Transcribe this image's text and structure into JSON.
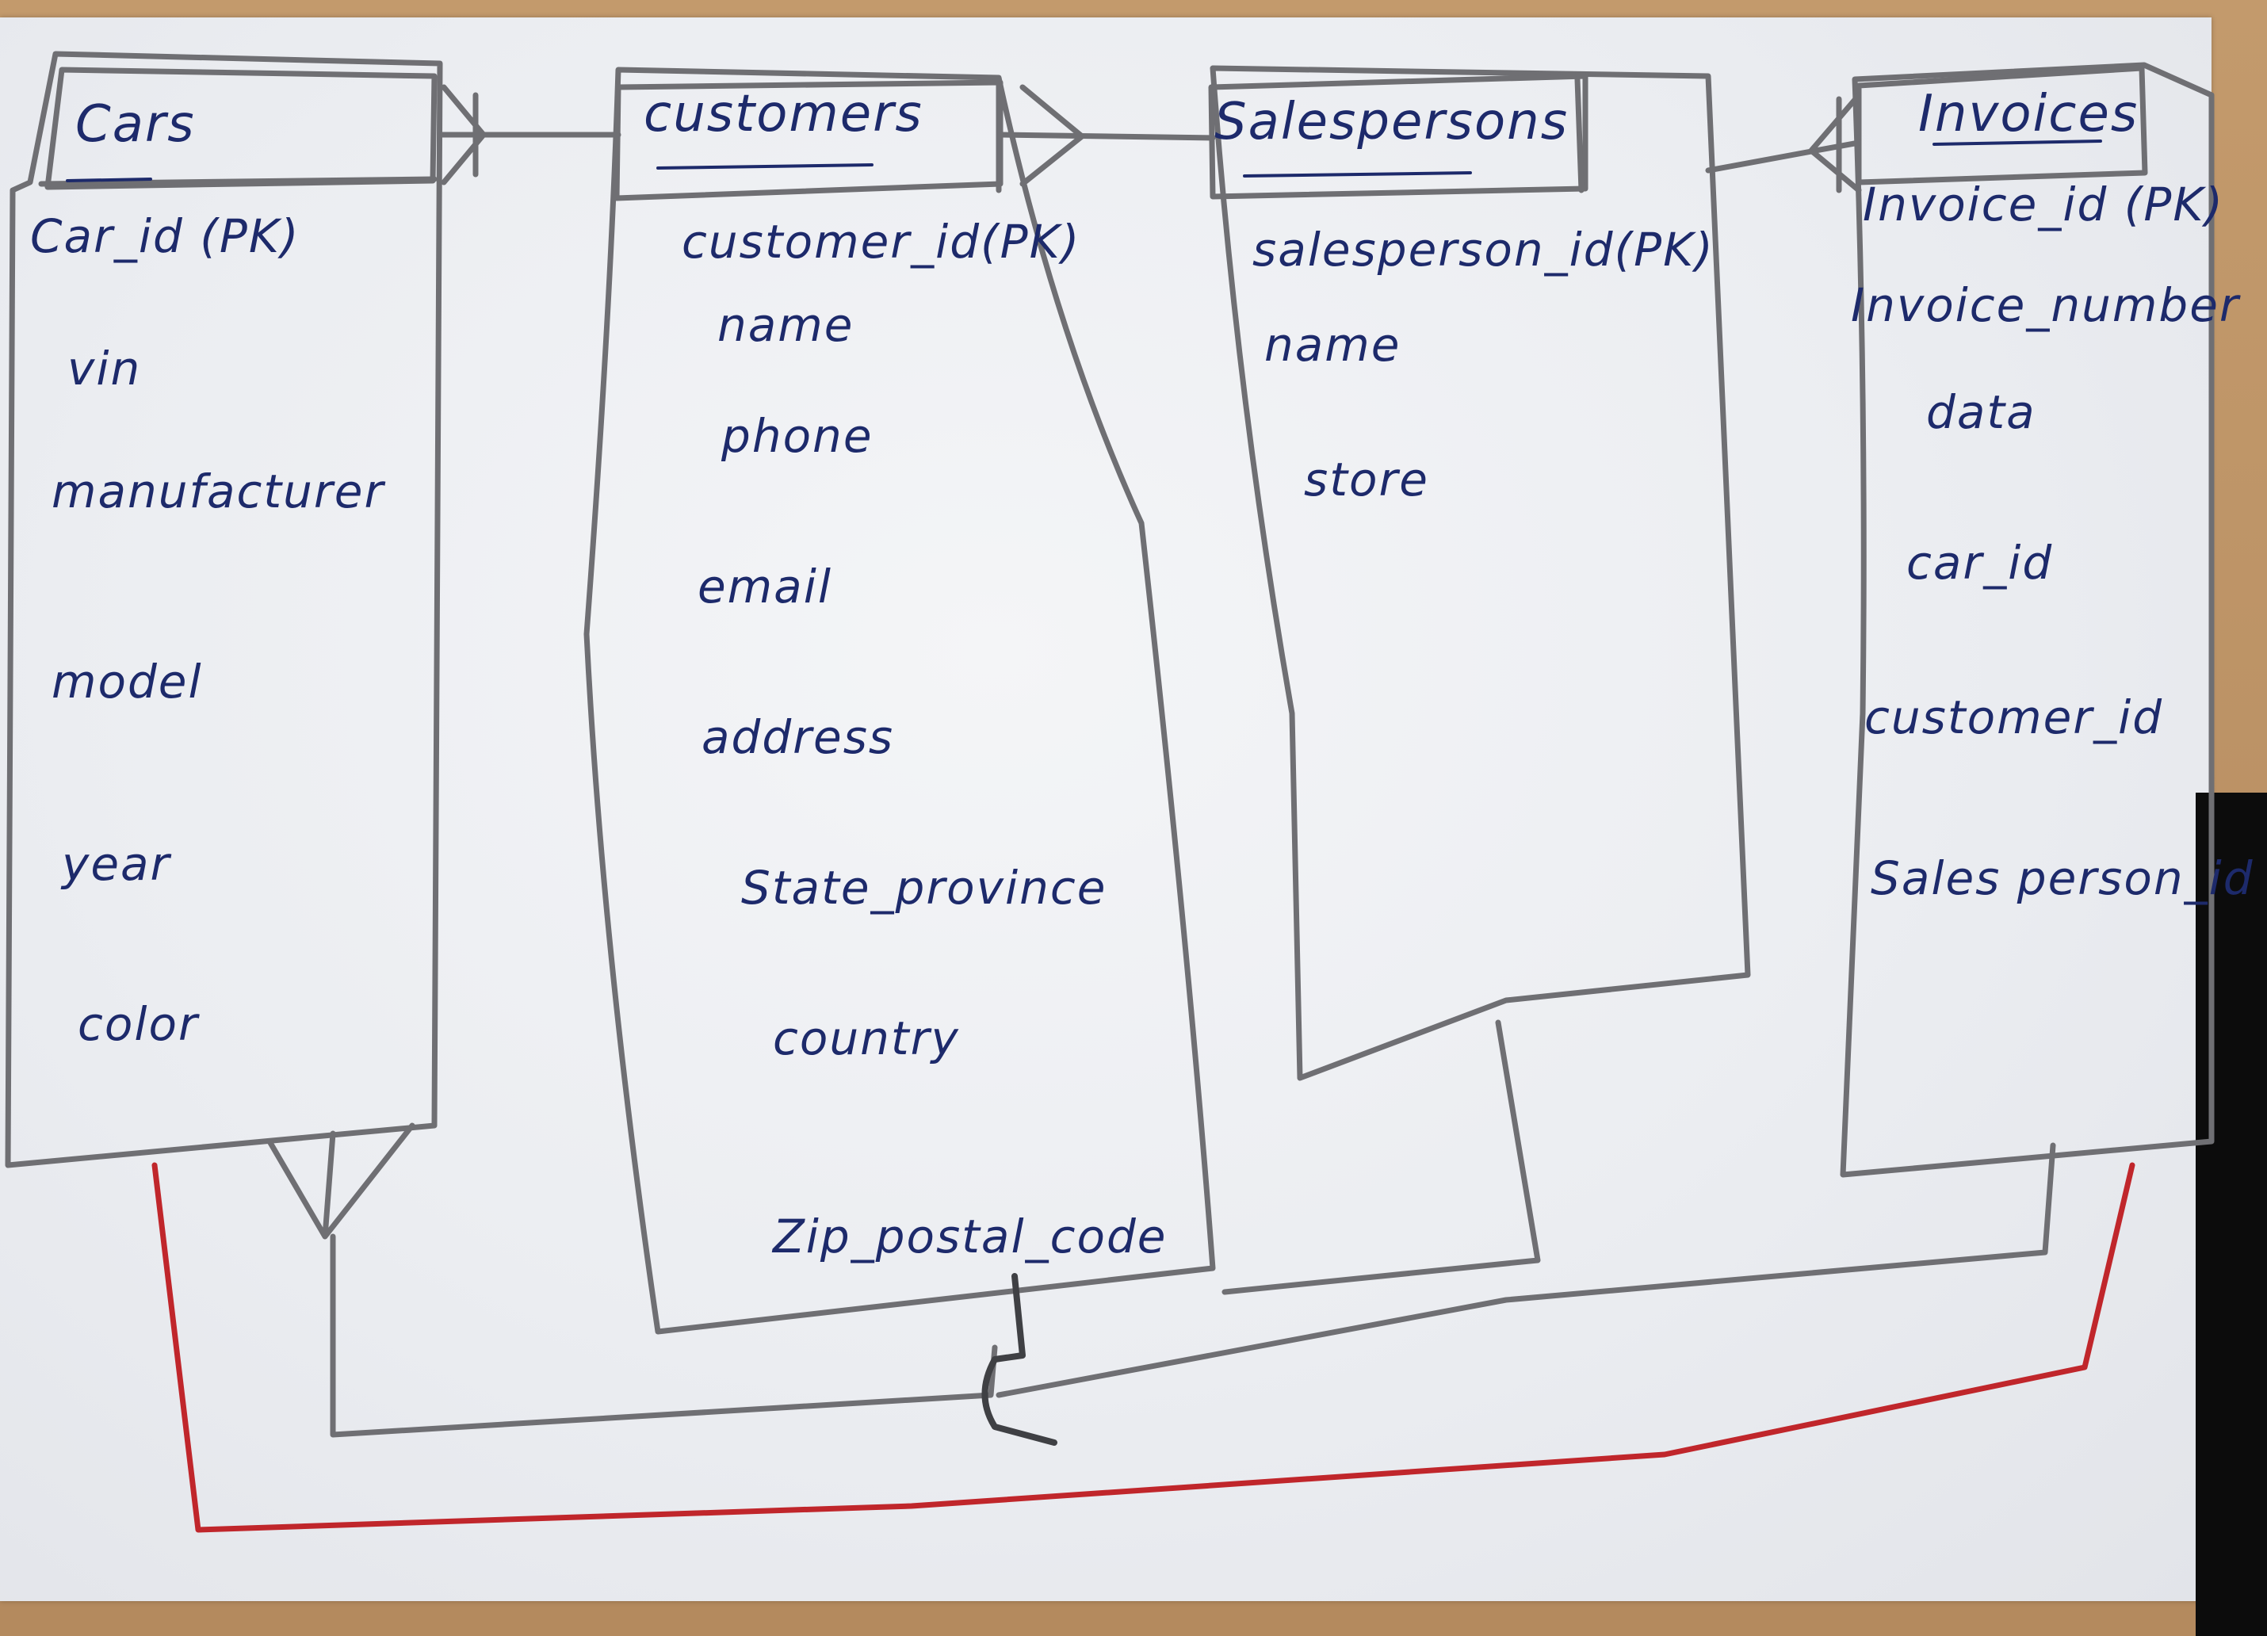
{
  "entities": {
    "cars": {
      "title": "Cars",
      "fields": [
        "Car_id (PK)",
        "vin",
        "manufacturer",
        "model",
        "year",
        "color"
      ]
    },
    "customers": {
      "title": "customers",
      "fields": [
        "customer_id(PK)",
        "name",
        "phone",
        "email",
        "address",
        "State_province",
        "country",
        "Zip_postal_code"
      ]
    },
    "salespersons": {
      "title": "Salespersons",
      "fields": [
        "salesperson_id(PK)",
        "name",
        "store"
      ]
    },
    "invoices": {
      "title": "Invoices",
      "fields": [
        "Invoice_id (PK)",
        "Invoice_number",
        "data",
        "car_id",
        "customer_id",
        "Sales person_id"
      ]
    }
  },
  "colors": {
    "paper": "#eceef2",
    "table": "#c39a6c",
    "ink": "#1d2a6b",
    "pencil": "#6f6f73",
    "red_marker": "#c0262b"
  }
}
